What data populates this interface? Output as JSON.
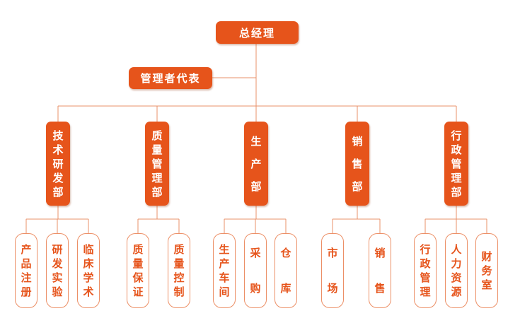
{
  "top": "总经理",
  "rep": "管理者代表",
  "departments": [
    {
      "name": "技术研发部",
      "subs": [
        "产品注册",
        "研发实验",
        "临床学术"
      ]
    },
    {
      "name": "质量管理部",
      "subs": [
        "质量保证",
        "质量控制"
      ]
    },
    {
      "name": "生产部",
      "subs": [
        "生产车间",
        "采购",
        "仓库"
      ]
    },
    {
      "name": "销售部",
      "subs": [
        "市场",
        "销售"
      ]
    },
    {
      "name": "行政管理部",
      "subs": [
        "行政管理",
        "人力资源",
        "财务室"
      ]
    }
  ]
}
